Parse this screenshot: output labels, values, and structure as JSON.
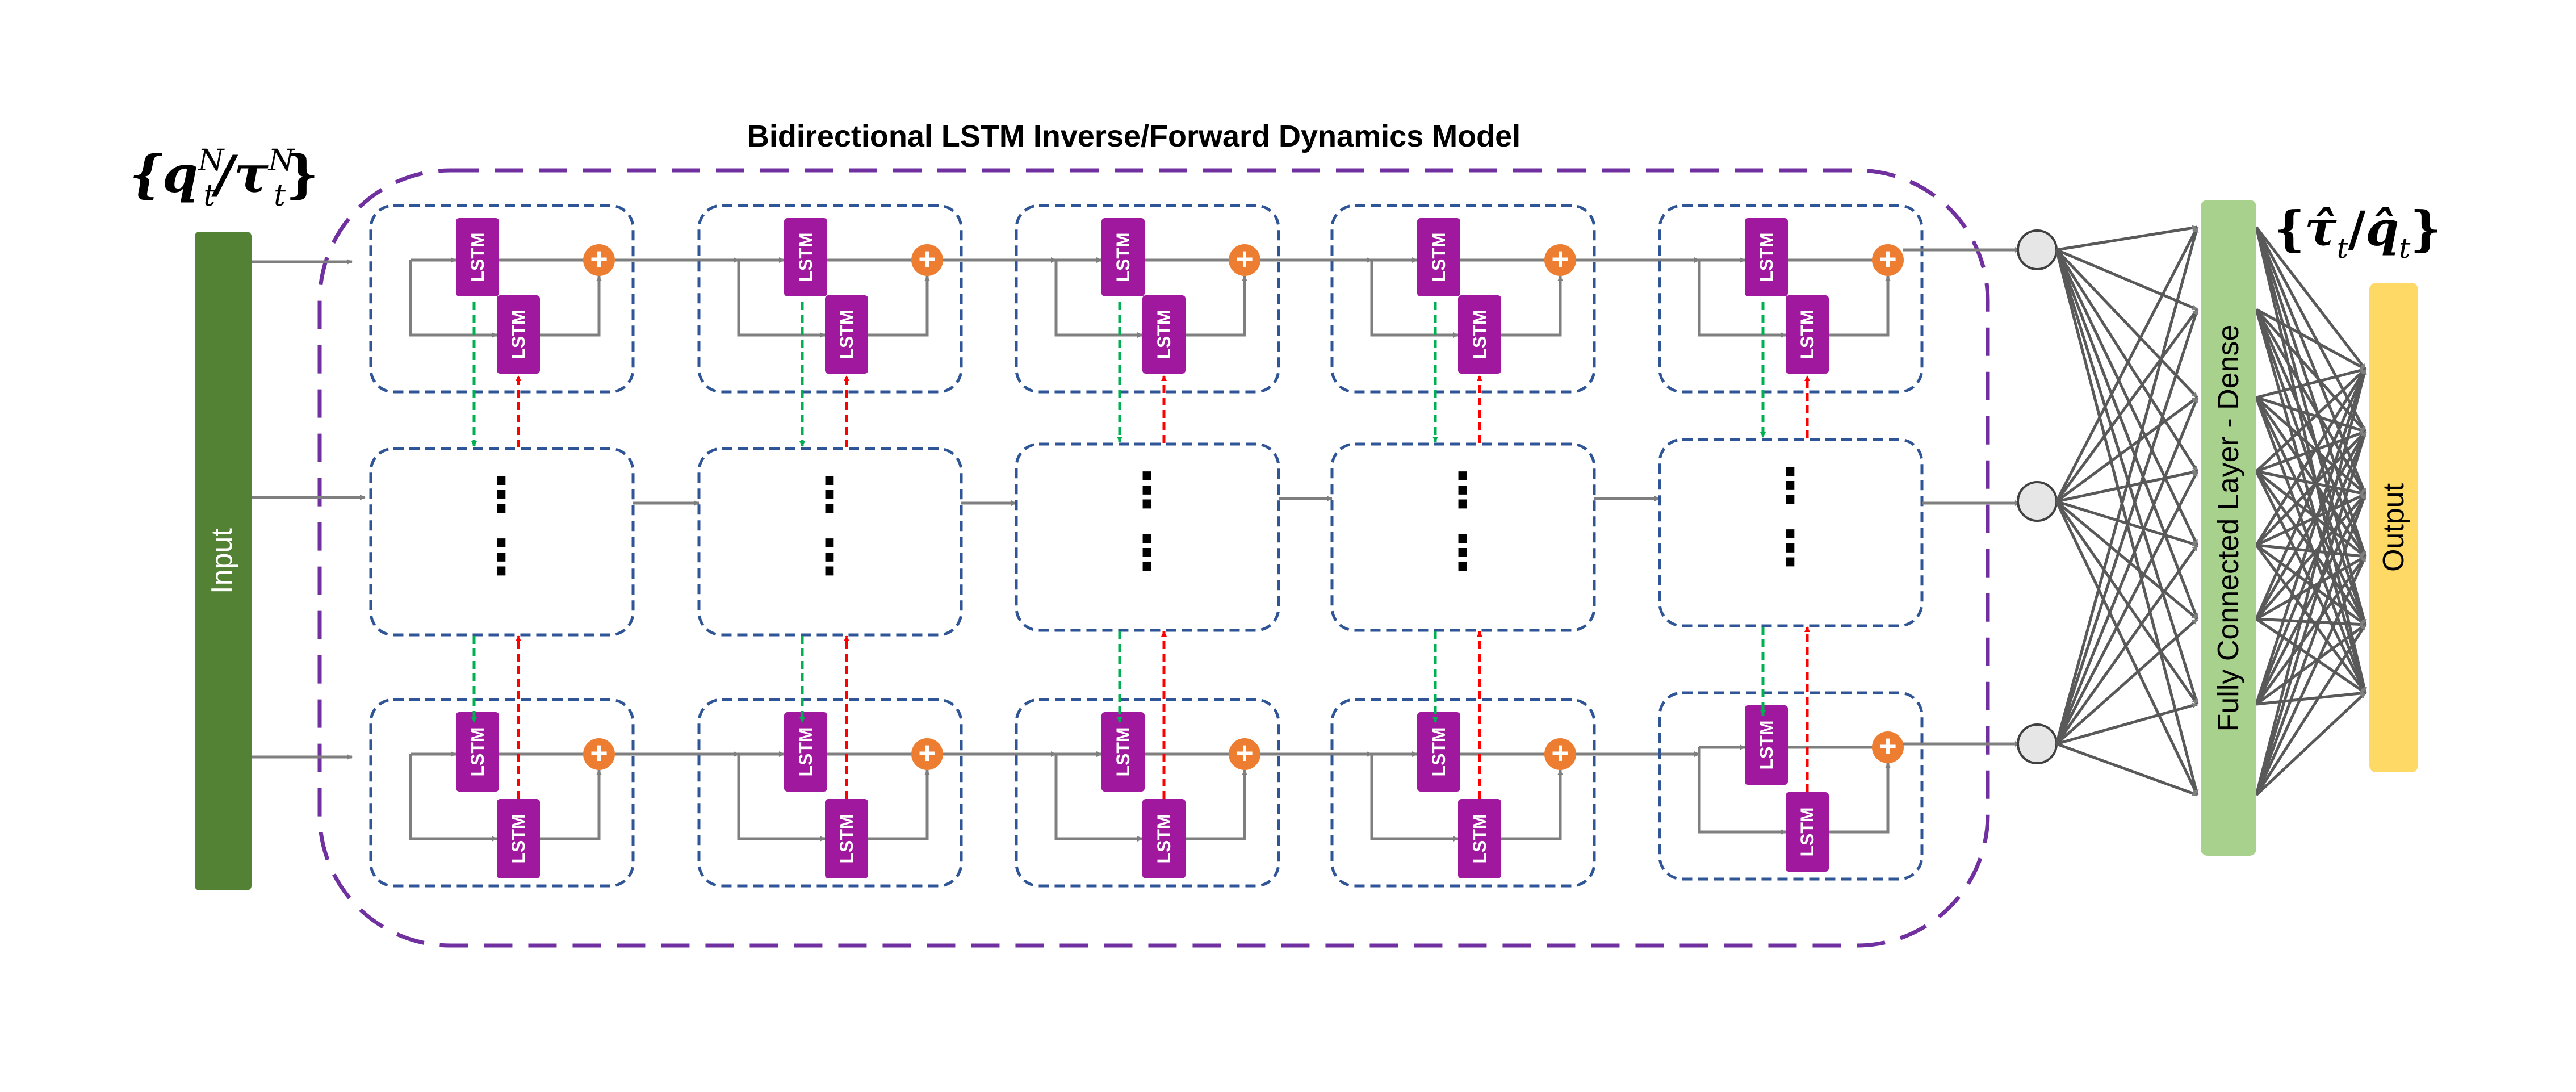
{
  "title": "Bidirectional LSTM Inverse/Forward Dynamics Model",
  "input": {
    "label": "Input",
    "symbol_main": "{q",
    "symbol_sup1": "N",
    "symbol_sub1": "t",
    "symbol_mid": "/τ",
    "symbol_sup2": "N",
    "symbol_sub2": "t",
    "symbol_close": "}"
  },
  "cell": {
    "lstm_label": "LSTM",
    "sum_symbol": "+",
    "ellipsis": "⋮"
  },
  "dense": {
    "label": "Fully Connected Layer - Dense"
  },
  "output": {
    "label": "Output",
    "symbol_open": "{",
    "symbol_tau": "τ̂",
    "symbol_sub1": "t",
    "symbol_mid": "/",
    "symbol_q": "q̂",
    "symbol_sub2": "t",
    "symbol_close": "}"
  },
  "colors": {
    "input_bar": "#548235",
    "lstm_box": "#a0189e",
    "sum_node": "#ed7d31",
    "cell_border": "#2f5597",
    "outer_border": "#7030a0",
    "dense_bar": "#a9d18e",
    "output_bar": "#ffd966",
    "forward_arrow": "#00b050",
    "backward_arrow": "#ff0000",
    "connector": "#7f7f7f"
  }
}
